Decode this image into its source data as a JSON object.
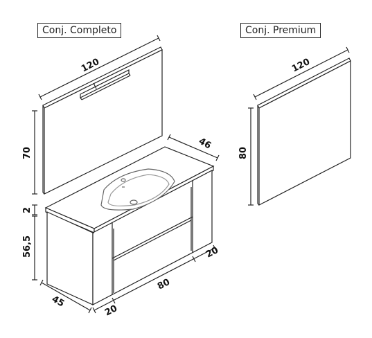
{
  "titles": {
    "completo": "Conj. Completo",
    "premium": "Conj. Premium"
  },
  "dimensions": {
    "mirror_width": "120",
    "mirror_height": "70",
    "premium_width": "120",
    "premium_height": "80",
    "counter_thickness": "2",
    "cabinet_height": "56,5",
    "cabinet_depth": "45",
    "top_depth": "46",
    "side_left": "20",
    "center_width": "80",
    "side_right": "20"
  },
  "colors": {
    "line": "#222222",
    "basin": "#888888"
  }
}
